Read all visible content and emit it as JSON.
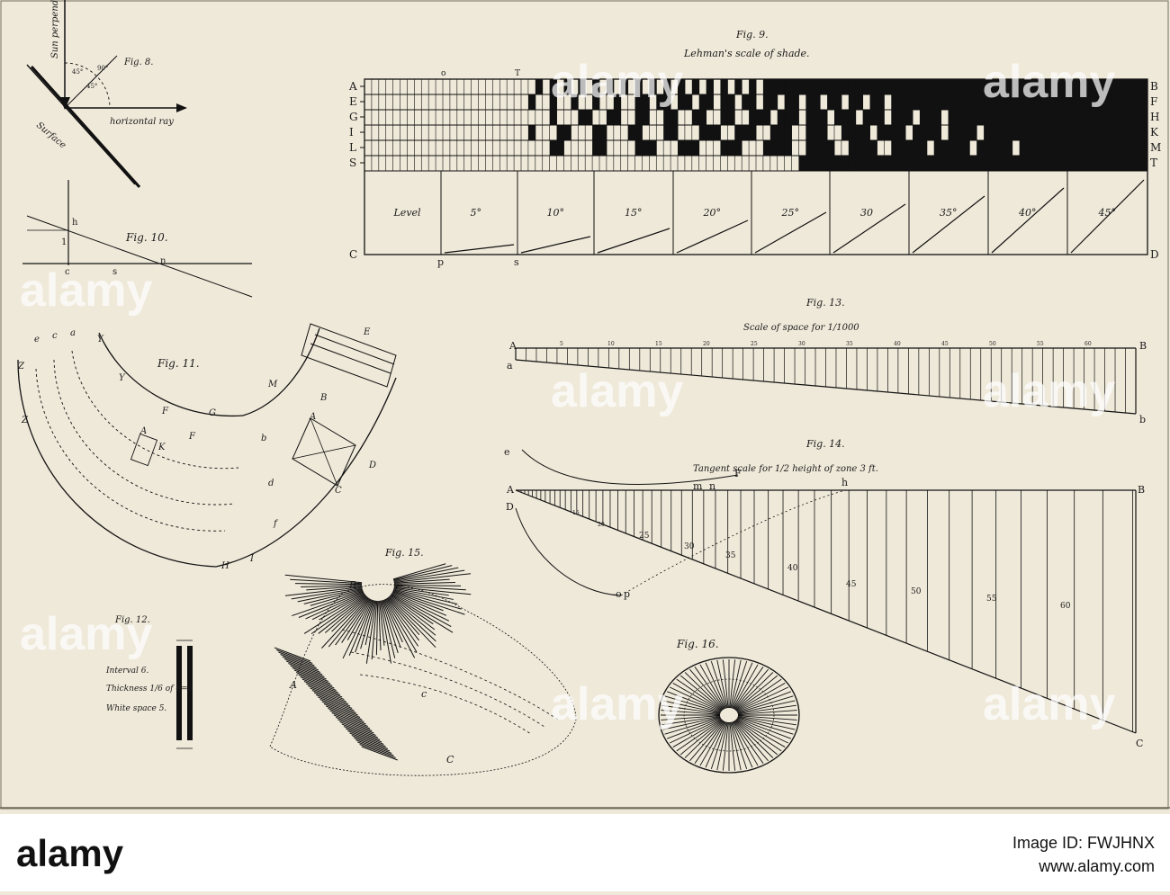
{
  "fig8": {
    "caption": "Fig. 8.",
    "sun_label": "Sun perpend.",
    "ray_label": "horizontal ray",
    "surface_label": "Surface",
    "angle_a": "45°",
    "angle_b": "90°",
    "angle_c": "45°"
  },
  "fig9": {
    "caption": "Fig. 9.",
    "title": "Lehman's scale of shade.",
    "left_letters": [
      "A",
      "E",
      "G",
      "I",
      "L",
      "S"
    ],
    "right_letters": [
      "B",
      "F",
      "H",
      "K",
      "M",
      "T"
    ],
    "top_letters": [
      "o",
      "T"
    ],
    "bottom_left": "C",
    "bottom_right": "D",
    "bottom_marks": [
      "p",
      "s"
    ],
    "panels": [
      "Level",
      "5°",
      "10°",
      "15°",
      "20°",
      "25°",
      "30",
      "35°",
      "40°",
      "45°"
    ]
  },
  "fig10": {
    "caption": "Fig. 10.",
    "labels": [
      "h",
      "1",
      "c",
      "s",
      "n"
    ]
  },
  "fig11": {
    "caption": "Fig. 11.",
    "labels": [
      "e",
      "c",
      "a",
      "Y",
      "Z",
      "Y",
      "Z",
      "F",
      "G",
      "M",
      "E",
      "b",
      "d",
      "f",
      "A",
      "B",
      "C",
      "D",
      "H",
      "I",
      "A",
      "K",
      "F"
    ]
  },
  "fig12": {
    "caption": "Fig. 12.",
    "interval": "Interval 6.",
    "thickness": "Thickness 1/6 of 6=1",
    "white_space": "White space 5."
  },
  "fig13": {
    "caption": "Fig. 13.",
    "title": "Scale of space for 1/1000",
    "left_a": "A",
    "left_a2": "a",
    "right_b": "B",
    "right_b2": "b",
    "ticks": [
      "5",
      "10",
      "15",
      "20",
      "25",
      "30",
      "35",
      "40",
      "45",
      "50",
      "55",
      "60"
    ]
  },
  "fig14": {
    "caption": "Fig. 14.",
    "title": "Tangent scale for 1/2 height of zone 3 ft.",
    "labels": [
      "A",
      "B",
      "C",
      "D",
      "e",
      "F",
      "h",
      "m",
      "n",
      "o",
      "p"
    ],
    "ticks": [
      "25",
      "30",
      "35",
      "40",
      "45",
      "50",
      "55",
      "60"
    ],
    "small_ticks": [
      "15",
      "20"
    ]
  },
  "fig15": {
    "caption": "Fig. 15.",
    "labels": [
      "B",
      "A",
      "c",
      "C"
    ]
  },
  "fig16": {
    "caption": "Fig. 16."
  },
  "watermarks": [
    "alamy",
    "alamy",
    "alamy",
    "alamy",
    "alamy",
    "alamy",
    "alamy",
    "alamy",
    "alamy"
  ],
  "footer": {
    "brand": "alamy",
    "image_id": "Image ID: FWJHNX",
    "url": "www.alamy.com"
  }
}
